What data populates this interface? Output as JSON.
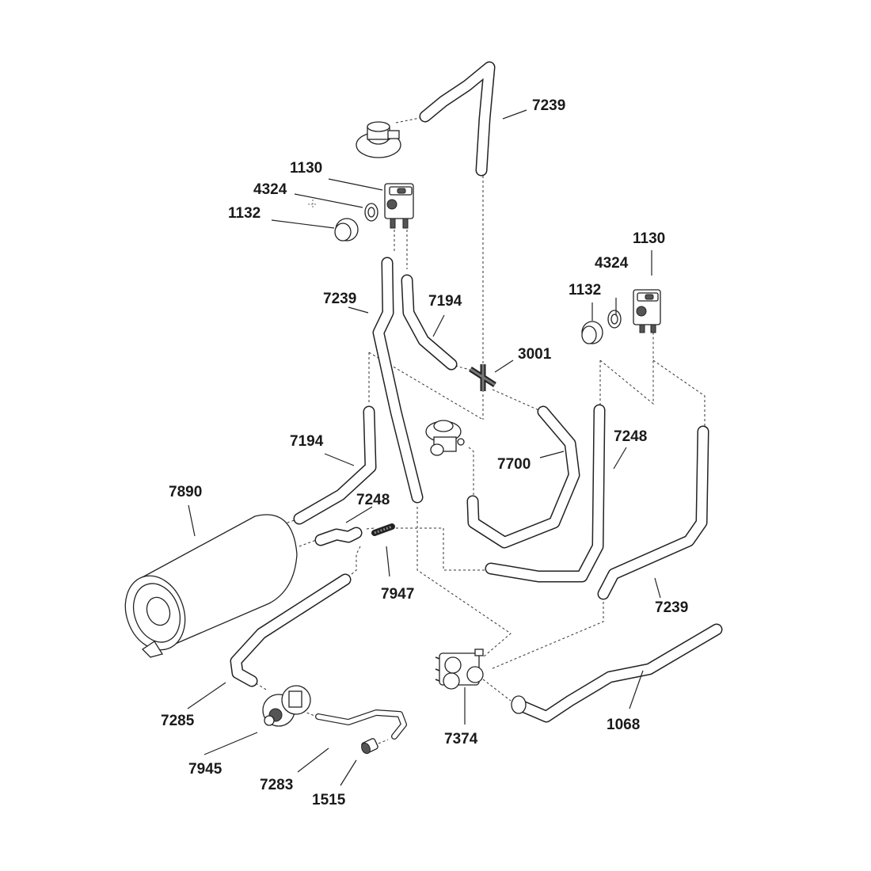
{
  "diagram": {
    "type": "exploded parts diagram",
    "labels": {
      "hose_7239_top": "7239",
      "bracket_1130_left": "1130",
      "washer_4324_left": "4324",
      "cap_1132_left": "1132",
      "bracket_1130_right": "1130",
      "washer_4324_right": "4324",
      "cap_1132_right": "1132",
      "hose_7239_mid": "7239",
      "hose_7194_upper": "7194",
      "cross_3001": "3001",
      "hose_7194_lower": "7194",
      "hose_7700": "7700",
      "hose_7248_right": "7248",
      "canister_7890": "7890",
      "hose_7248_small": "7248",
      "valve_7947": "7947",
      "hose_7239_lower": "7239",
      "hose_7285": "7285",
      "solenoid_7374": "7374",
      "pipe_1068": "1068",
      "pump_7945": "7945",
      "hose_7283": "7283",
      "filter_1515": "1515"
    }
  }
}
